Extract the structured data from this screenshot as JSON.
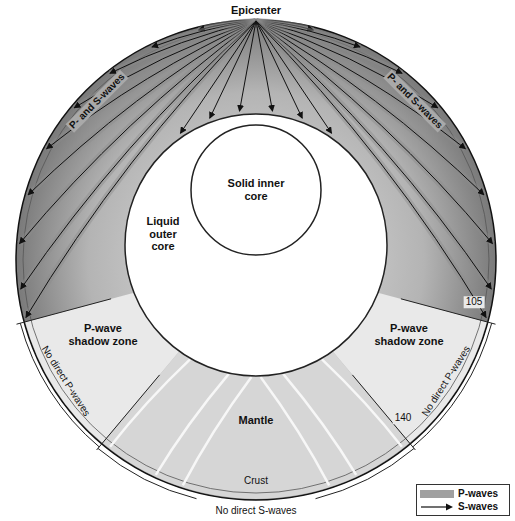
{
  "diagram": {
    "nodes": [
      {
        "text": [
          "Liquid outer core"
        ]
      },
      {
        "text": [
          "Solid inner core"
        ],
        "in": 0
      }
    ],
    "labels": [
      "Epicenter",
      "P- and S-waves",
      "P- and S-waves",
      "P-wave shadow zone",
      "P-wave shadow zone",
      "105",
      "No direct P-waves",
      "No direct P-waves",
      "140",
      "Mantle",
      "Crust",
      "No direct S-waves"
    ],
    "legend": [
      {
        "text": "P-waves",
        "color": "#a0a0a0"
      },
      {
        "text": "S-waves"
      }
    ]
  }
}
